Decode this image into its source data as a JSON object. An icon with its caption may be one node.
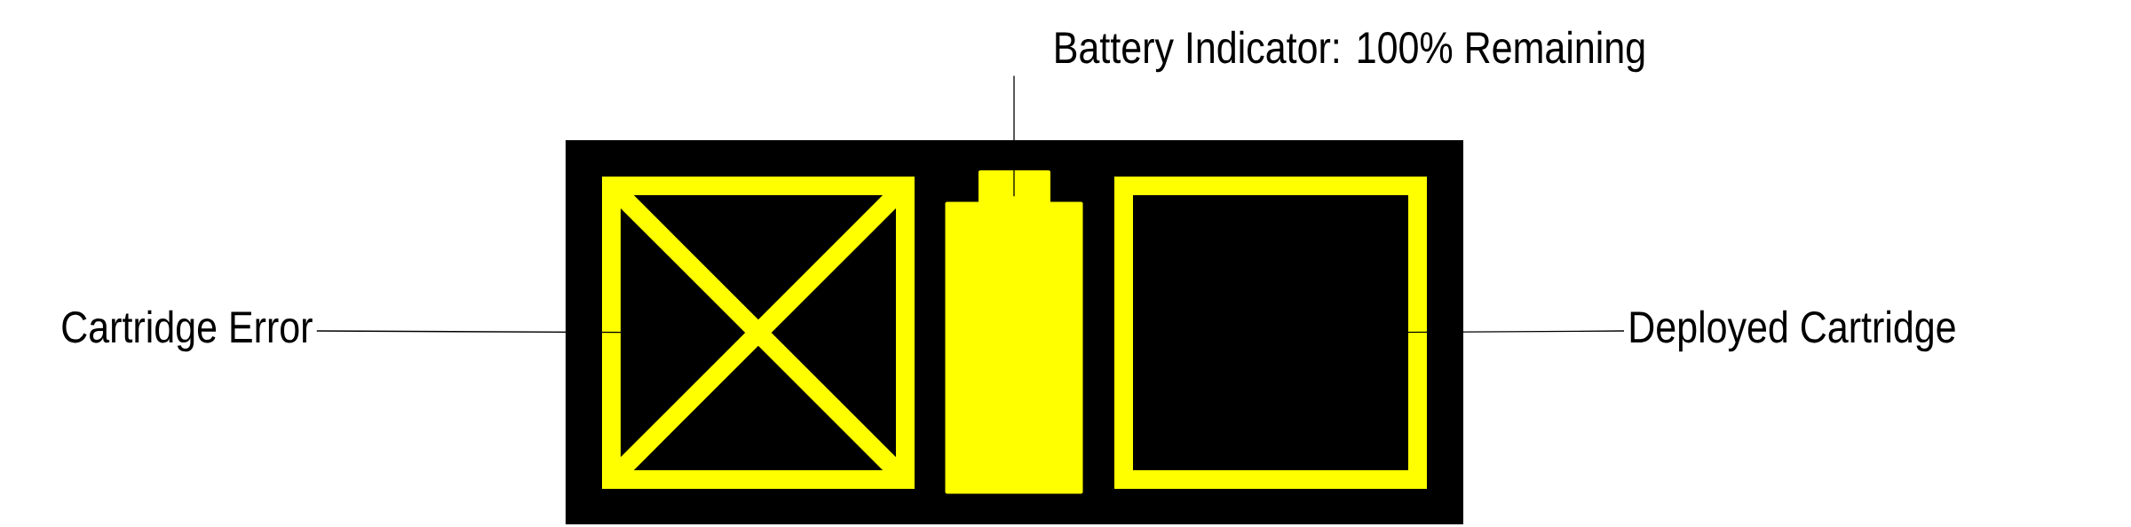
{
  "diagram": {
    "nodes": [
      {
        "text": [
          "Battery Indicator: 100% Remaining"
        ]
      },
      {
        "text": [
          "Cartridge Error"
        ]
      },
      {
        "text": [
          "Deployed Cartridge"
        ]
      },
      {
        "text": [],
        "shape": "box"
      },
      {
        "text": [],
        "shape": "battery"
      },
      {
        "text": [],
        "shape": "box"
      }
    ],
    "edges": [
      {
        "from": 0,
        "to": 4,
        "arrow": "none"
      },
      {
        "from": 1,
        "to": 3,
        "arrow": "none"
      },
      {
        "from": 2,
        "to": 5,
        "arrow": "none"
      }
    ]
  }
}
